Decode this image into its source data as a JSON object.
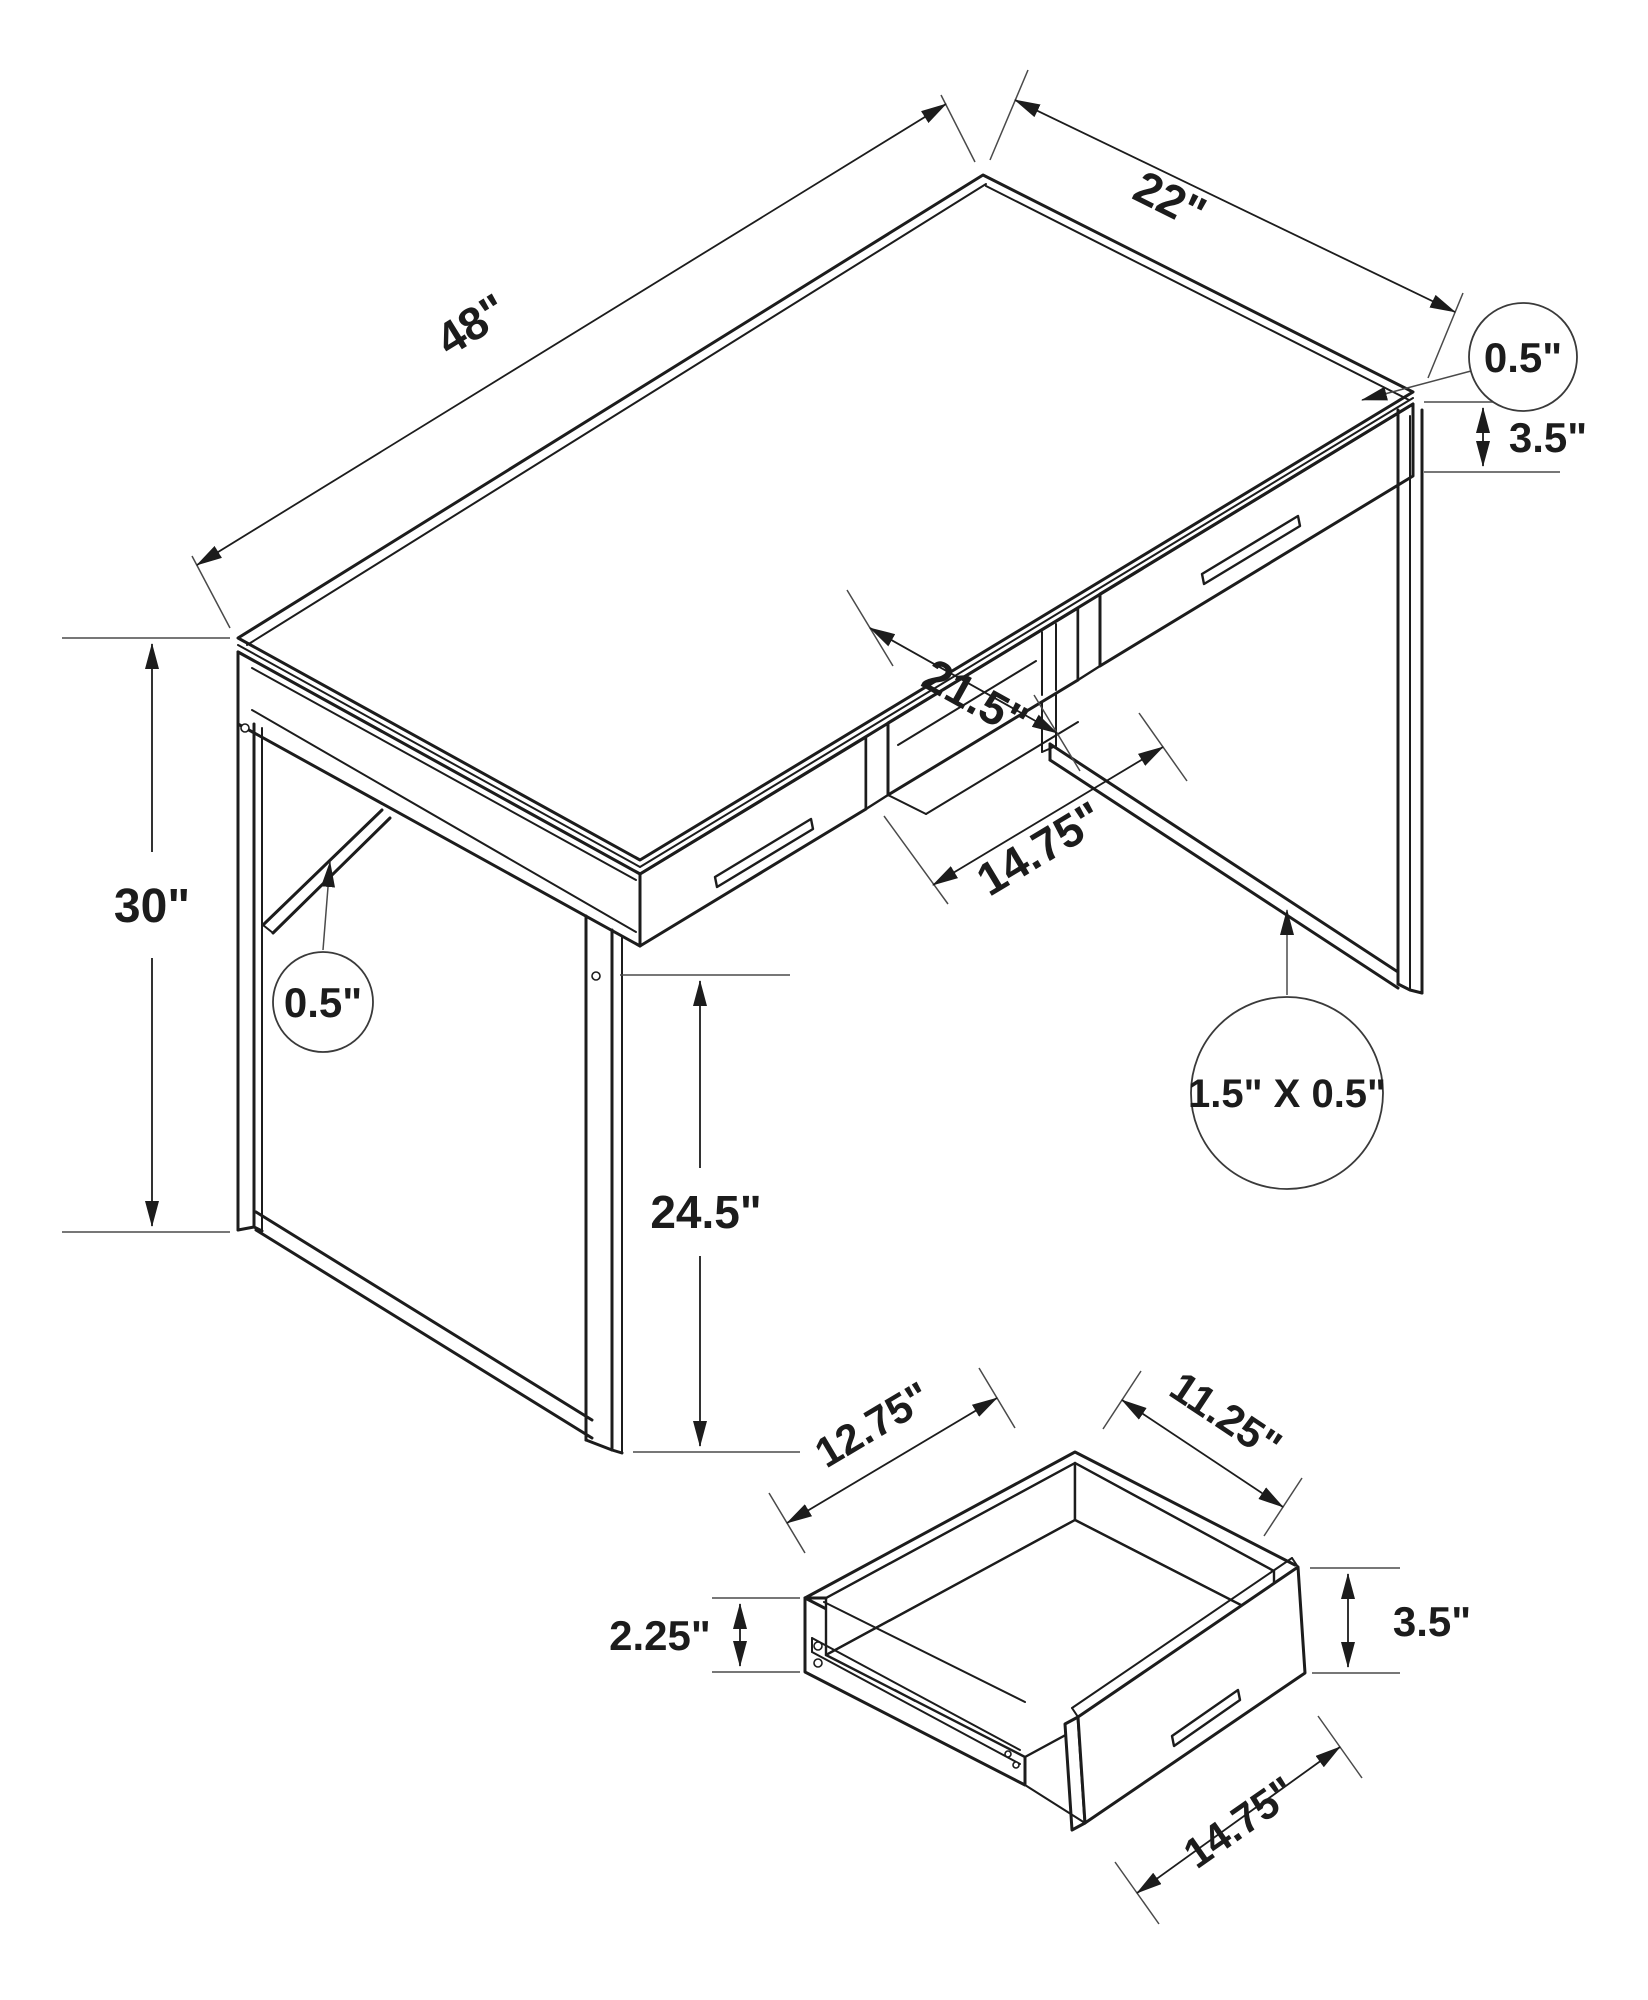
{
  "title": "Computer desk isometric dimension diagram",
  "colors": {
    "line": "#1c1c1c",
    "background": "#ffffff"
  },
  "desk_view": {
    "width_label": "48\"",
    "depth_label": "22\"",
    "height_label": "30\"",
    "leg_clearance_label": "24.5\"",
    "apron_height_label": "3.5\"",
    "shelf_depth_label": "21.5\"",
    "shelf_width_label": "14.75\"",
    "top_thickness_callout": "0.5\"",
    "frame_thickness_callout": "0.5\"",
    "rail_profile_callout": "1.5\" X 0.5\""
  },
  "drawer_view": {
    "side_depth_label": "12.75\"",
    "back_width_label": "11.25\"",
    "side_height_label": "2.25\"",
    "front_height_label": "3.5\"",
    "front_width_label": "14.75\""
  }
}
